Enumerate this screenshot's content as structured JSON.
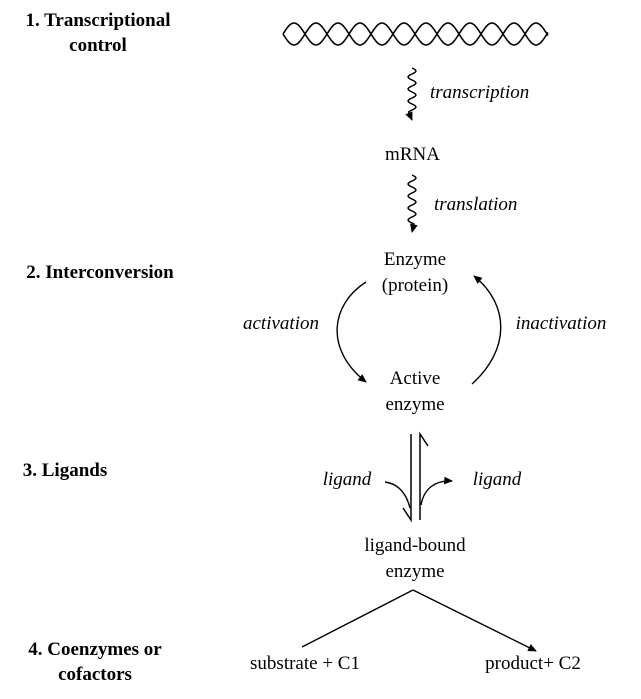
{
  "levels": [
    {
      "label": "1. Transcriptional control"
    },
    {
      "label": "2. Interconversion"
    },
    {
      "label": "3. Ligands"
    },
    {
      "label": "4. Coenzymes or cofactors"
    }
  ],
  "nodes": {
    "mrna": "mRNA",
    "enzyme_line1": "Enzyme",
    "enzyme_line2": "(protein)",
    "active_line1": "Active",
    "active_line2": "enzyme",
    "bound_line1": "ligand-bound",
    "bound_line2": "enzyme",
    "substrate": "substrate + C1",
    "product": "product+ C2"
  },
  "arrows": {
    "transcription": "transcription",
    "translation": "translation",
    "activation": "activation",
    "inactivation": "inactivation",
    "ligand_in": "ligand",
    "ligand_out": "ligand"
  }
}
